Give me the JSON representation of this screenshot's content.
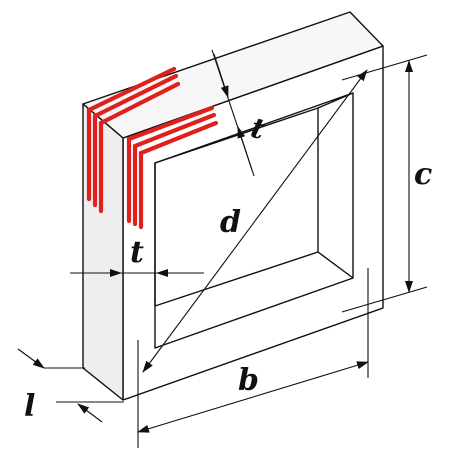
{
  "labels": {
    "d": "d",
    "c": "c",
    "t_top": "t",
    "t_side": "t",
    "b": "b",
    "l": "l"
  },
  "colors": {
    "lines": "#111111",
    "winding": "#e0201c",
    "front_face": "#ffffff",
    "top_face": "#f7f7f7",
    "side_face": "#eeeeee"
  }
}
